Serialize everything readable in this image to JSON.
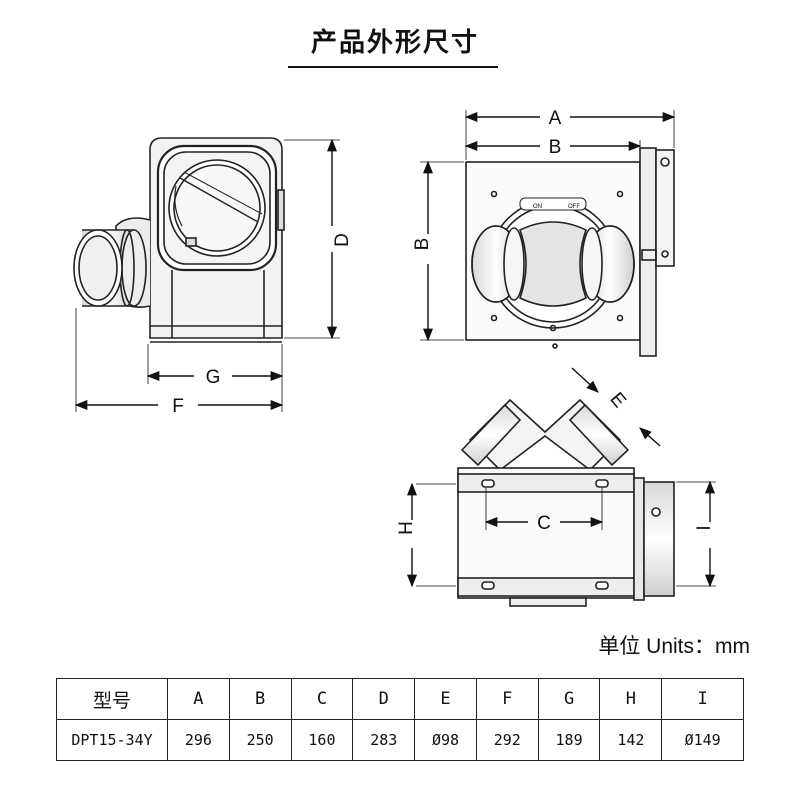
{
  "title": "产品外形尺寸",
  "units_label": "单位 Units：mm",
  "dimension_labels": {
    "A": "A",
    "B": "B",
    "C": "C",
    "D": "D",
    "E": "E",
    "F": "F",
    "G": "G",
    "H": "H",
    "I": "I"
  },
  "knob_text": {
    "on": "ON",
    "off": "OFF"
  },
  "table": {
    "headers": [
      "型号",
      "A",
      "B",
      "C",
      "D",
      "E",
      "F",
      "G",
      "H",
      "I"
    ],
    "rows": [
      [
        "DPT15-34Y",
        "296",
        "250",
        "160",
        "283",
        "Ø98",
        "292",
        "189",
        "142",
        "Ø149"
      ]
    ]
  }
}
